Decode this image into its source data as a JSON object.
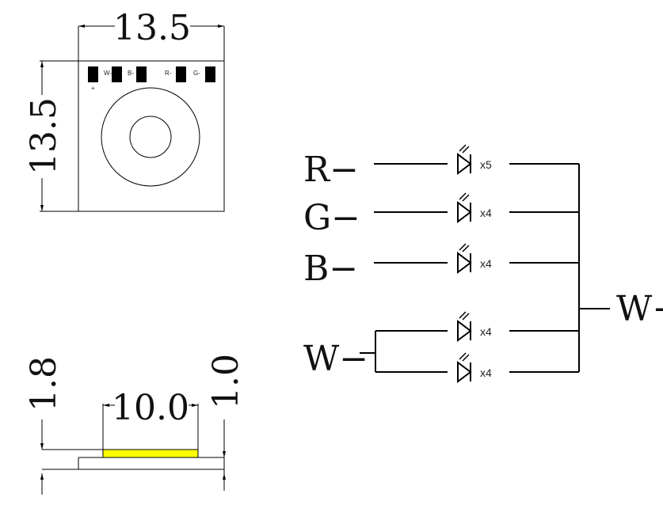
{
  "top_view": {
    "width_dim": "13.5",
    "height_dim": "13.5",
    "pads": [
      "W-",
      "B-",
      "R-",
      "G-"
    ],
    "plus_mark": "+"
  },
  "side_view": {
    "left_height_dim": "1.8",
    "right_height_dim": "1.0",
    "emitter_width_dim": "10.0"
  },
  "schematic": {
    "channels": [
      {
        "label": "R−",
        "multiplier": "x5"
      },
      {
        "label": "G−",
        "multiplier": "x4"
      },
      {
        "label": "B−",
        "multiplier": "x4"
      },
      {
        "label": "W−",
        "multiplier": "x4"
      },
      {
        "multiplier": "x4"
      }
    ],
    "common_label": "W+"
  },
  "colors": {
    "line": "#000000",
    "emitter": "#ffff00"
  }
}
